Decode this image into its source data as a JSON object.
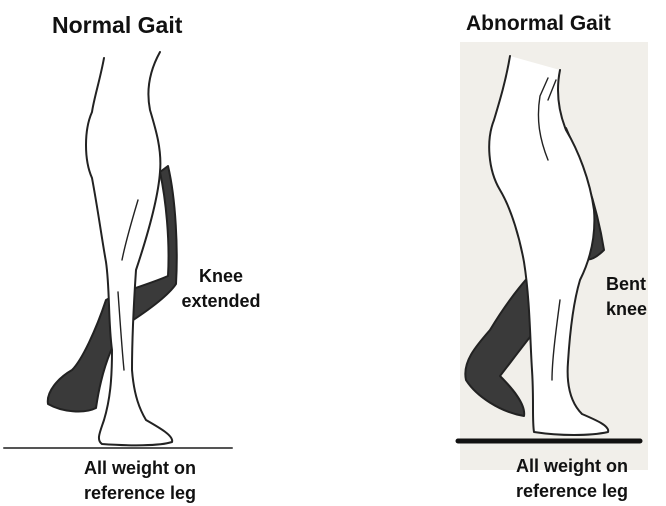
{
  "panels": {
    "normal": {
      "title": "Normal Gait",
      "knee_label_line1": "Knee",
      "knee_label_line2": "extended",
      "caption_line1": "All weight on",
      "caption_line2": "reference leg"
    },
    "abnormal": {
      "title": "Abnormal Gait",
      "knee_label_line1": "Bent",
      "knee_label_line2": "knee",
      "caption_line1": "All weight on",
      "caption_line2": "reference leg"
    }
  },
  "colors": {
    "outline": "#222222",
    "shaded_leg": "#3a3a3a",
    "ground": "#111111"
  }
}
